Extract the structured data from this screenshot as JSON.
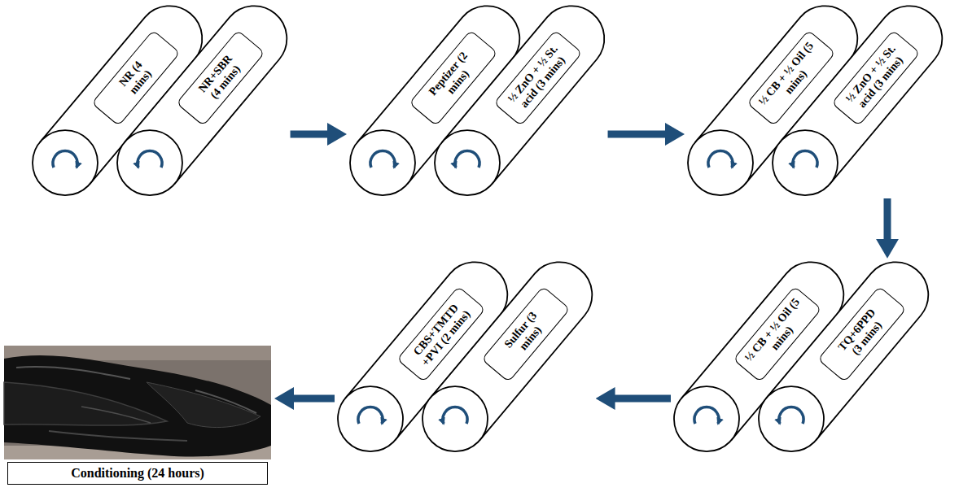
{
  "diagram": {
    "nodes": [
      {
        "text": [
          "NR (4 mins)"
        ]
      },
      {
        "text": [
          "NR+SBR (4 mins)"
        ]
      },
      {
        "text": [
          "Peptizer (2 mins)"
        ]
      },
      {
        "text": [
          "½ ZnO + ½ St. acid (3 mins)"
        ]
      },
      {
        "text": [
          "½ CB + ½ Oil (5 mins)"
        ]
      },
      {
        "text": [
          "½ ZnO + ½ St. acid (3 mins)"
        ]
      },
      {
        "text": [
          "½ CB + ½ Oil (5 mins)"
        ]
      },
      {
        "text": [
          "TQ+6PPD (3 mins)"
        ]
      },
      {
        "text": [
          "CBS+TMTD +PVI (2 mins)"
        ]
      },
      {
        "text": [
          "Sulfur (3 mins)"
        ]
      },
      {
        "text": [
          "Conditioning (24 hours)"
        ]
      }
    ],
    "edges": [
      {
        "from": 1,
        "to": 2,
        "arrow": "to"
      },
      {
        "from": 3,
        "to": 4,
        "arrow": "to"
      },
      {
        "from": 5,
        "to": 7,
        "arrow": "to"
      },
      {
        "from": 6,
        "to": 9,
        "arrow": "to"
      },
      {
        "from": 8,
        "to": 10,
        "arrow": "to"
      }
    ]
  }
}
